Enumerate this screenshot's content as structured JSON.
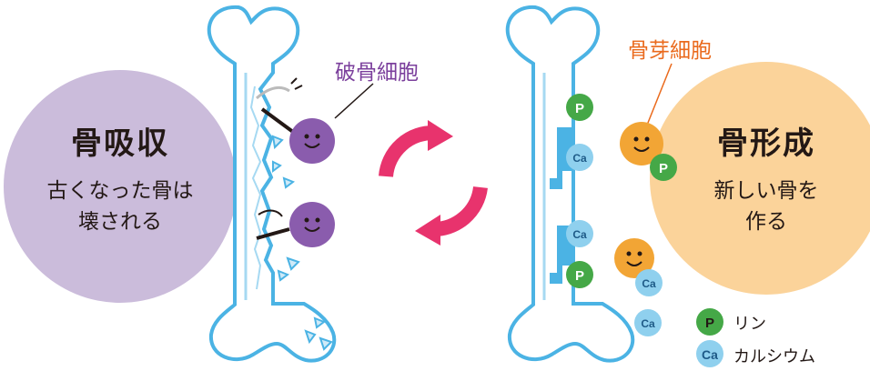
{
  "resorption": {
    "title": "骨吸収",
    "line1": "古くなった骨は",
    "line2": "壊される",
    "cell_label": "破骨細胞"
  },
  "formation": {
    "title": "骨形成",
    "line1": "新しい骨を",
    "line2": "作る",
    "cell_label": "骨芽細胞"
  },
  "minerals": {
    "p": "P",
    "ca": "Ca"
  },
  "legend": {
    "p_symbol": "P",
    "p_label": "リン",
    "ca_symbol": "Ca",
    "ca_label": "カルシウム"
  },
  "colors": {
    "resorption_circle": "#cbbcdb",
    "formation_circle": "#fbd39a",
    "osteoclast": "#8a5cad",
    "osteoblast": "#f2a535",
    "bone_outline": "#4bb3e4",
    "cycle_arrows": "#e8336d",
    "phosphorus": "#45a847",
    "calcium": "#8fd0ee",
    "osteoclast_label": "#7b3f9c",
    "osteoblast_label": "#ea6a1d"
  }
}
